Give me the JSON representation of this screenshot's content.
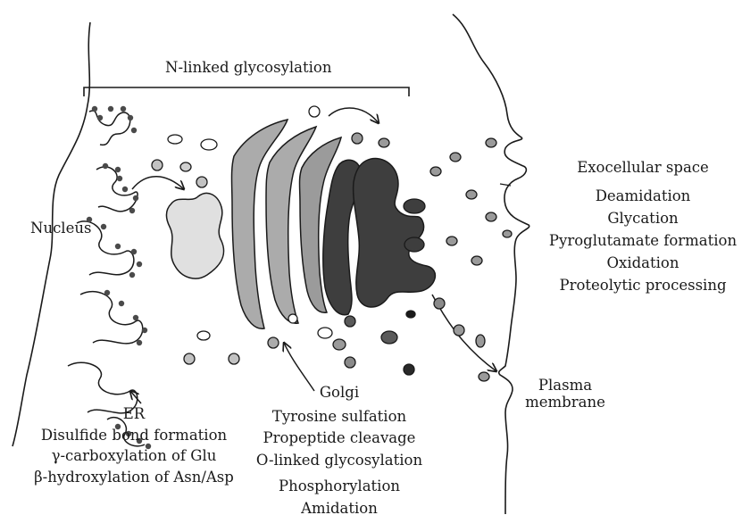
{
  "labels": {
    "top": "N-linked glycosylation",
    "nucleus": "Nucleus",
    "er": "ER",
    "er_mods": [
      "Disulfide bond formation",
      "γ-carboxylation of Glu",
      "β-hydroxylation of Asn/Asp"
    ],
    "golgi": "Golgi",
    "golgi_mods": [
      "Tyrosine sulfation",
      "Propeptide cleavage",
      "O-linked glycosylation",
      "Phosphorylation",
      "Amidation"
    ],
    "exo_title": "Exocellular space",
    "exo_mods": [
      "Deamidation",
      "Glycation",
      "Pyroglutamate formation",
      "Oxidation",
      "Proteolytic processing"
    ],
    "plasma": [
      "Plasma",
      "membrane"
    ]
  },
  "colors": {
    "cis_golgi": "#e0e0e0",
    "medial_golgi": "#ababab",
    "trans_golgi": "#8a8a8a",
    "trans_network": "#3e3e3e",
    "vesicle_light": "#c2c2c2",
    "vesicle_dark": "#5a5a5a",
    "outline": "#1a1a1a"
  }
}
